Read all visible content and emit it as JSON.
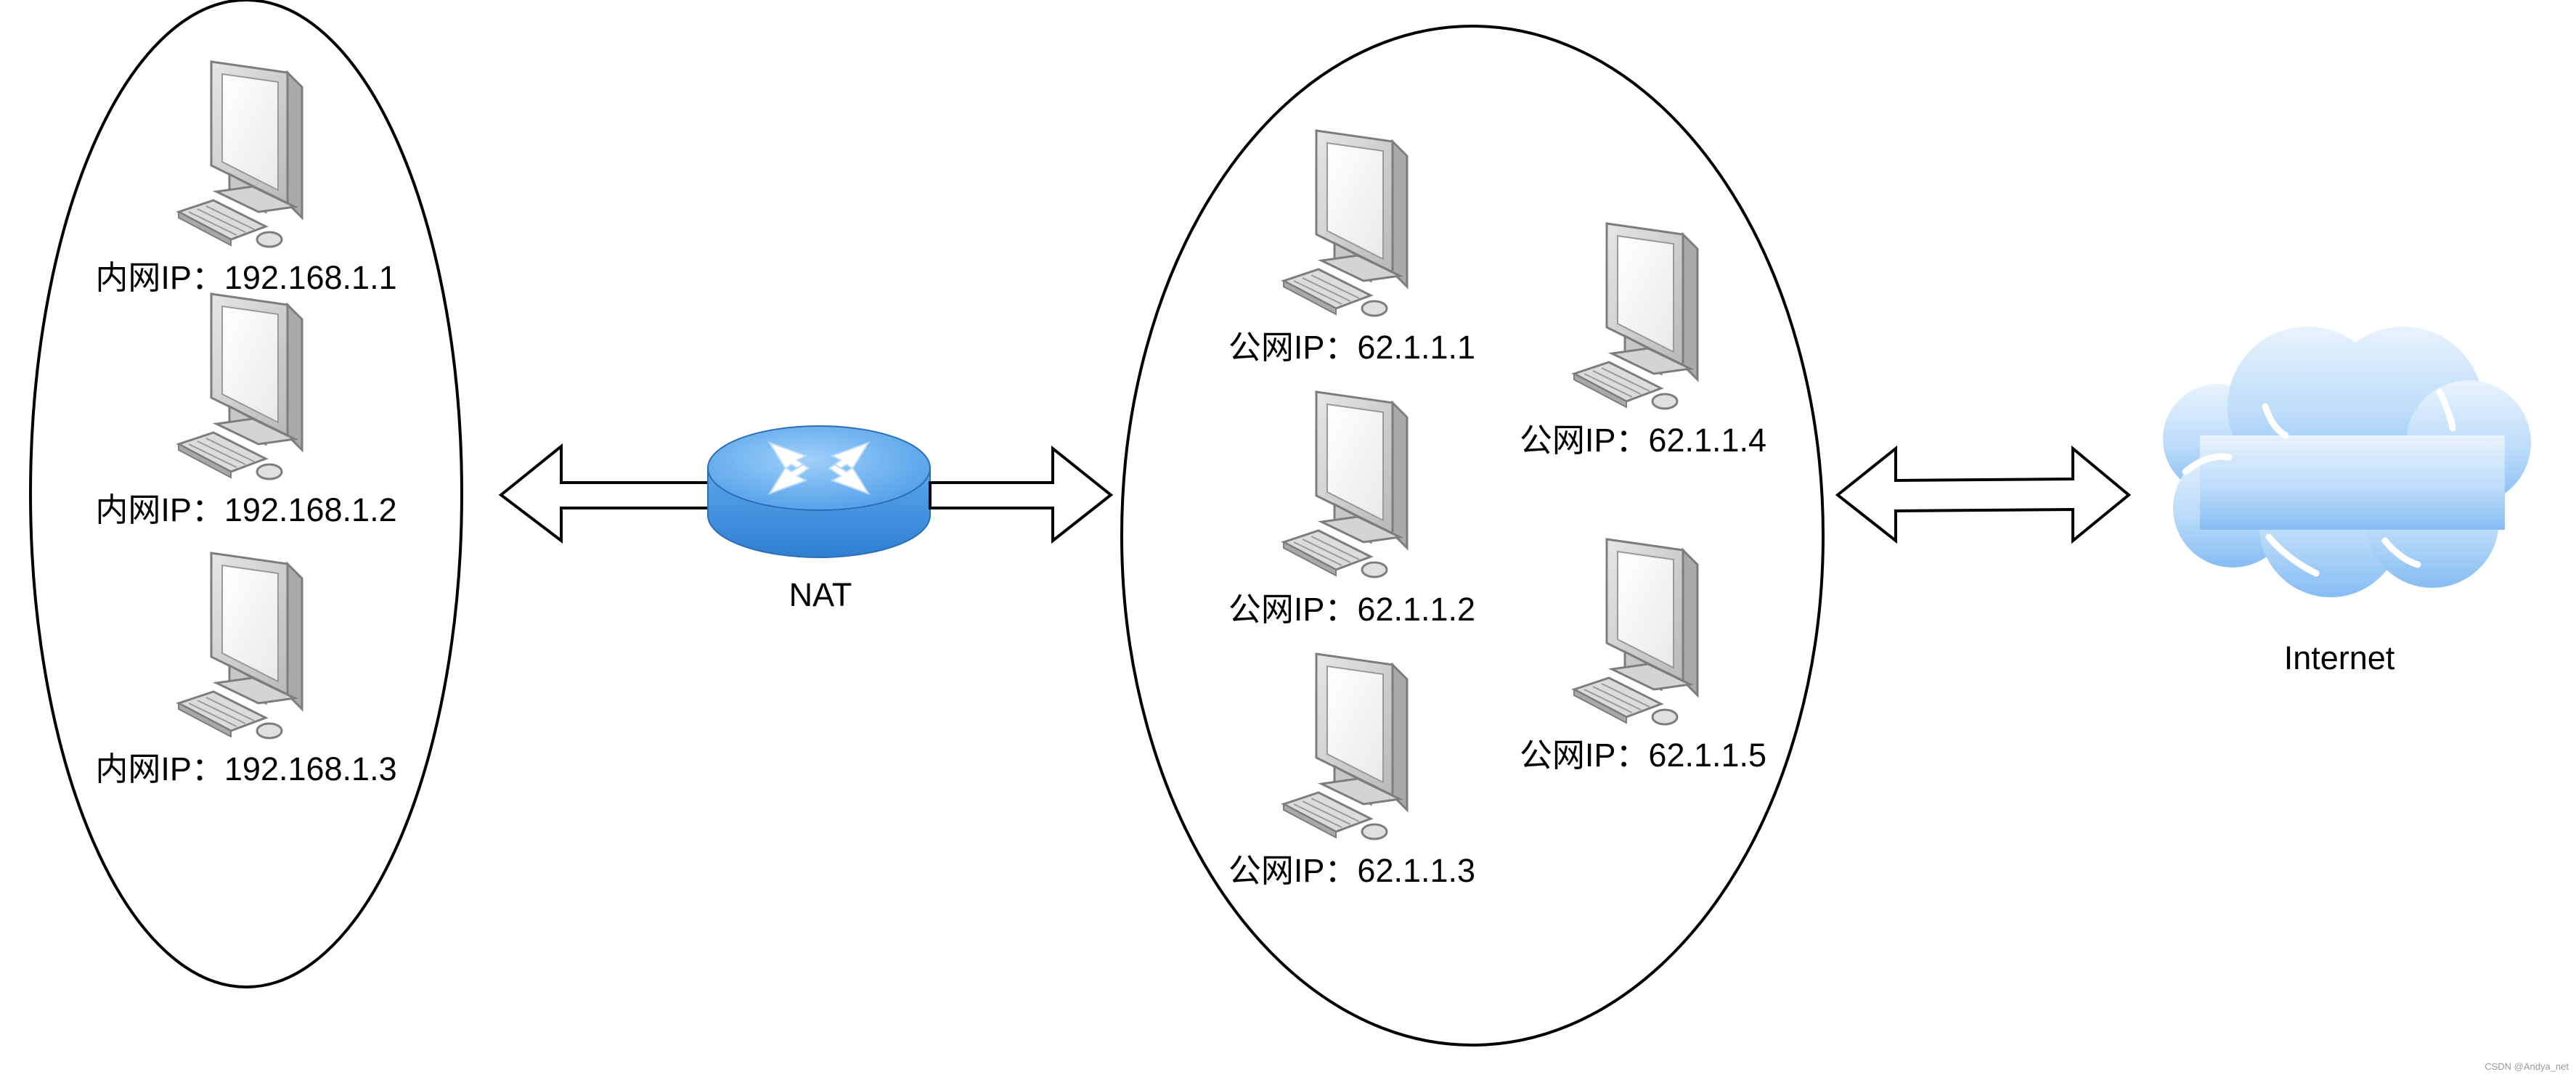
{
  "nat": {
    "label": "NAT"
  },
  "internet": {
    "label": "Internet"
  },
  "private_hosts": [
    {
      "label": "内网IP：192.168.1.1"
    },
    {
      "label": "内网IP：192.168.1.2"
    },
    {
      "label": "内网IP：192.168.1.3"
    }
  ],
  "public_hosts": [
    {
      "label": "公网IP：62.1.1.1"
    },
    {
      "label": "公网IP：62.1.1.2"
    },
    {
      "label": "公网IP：62.1.1.3"
    },
    {
      "label": "公网IP：62.1.1.4"
    },
    {
      "label": "公网IP：62.1.1.5"
    }
  ],
  "watermark": "CSDN @Andya_net",
  "colors": {
    "router_top": "#6db4f0",
    "router_side": "#3d8fe0",
    "cloud": "#9ccdf8",
    "monitor_frame": "#d6d6d6",
    "monitor_screen": "#f7f7f7"
  }
}
